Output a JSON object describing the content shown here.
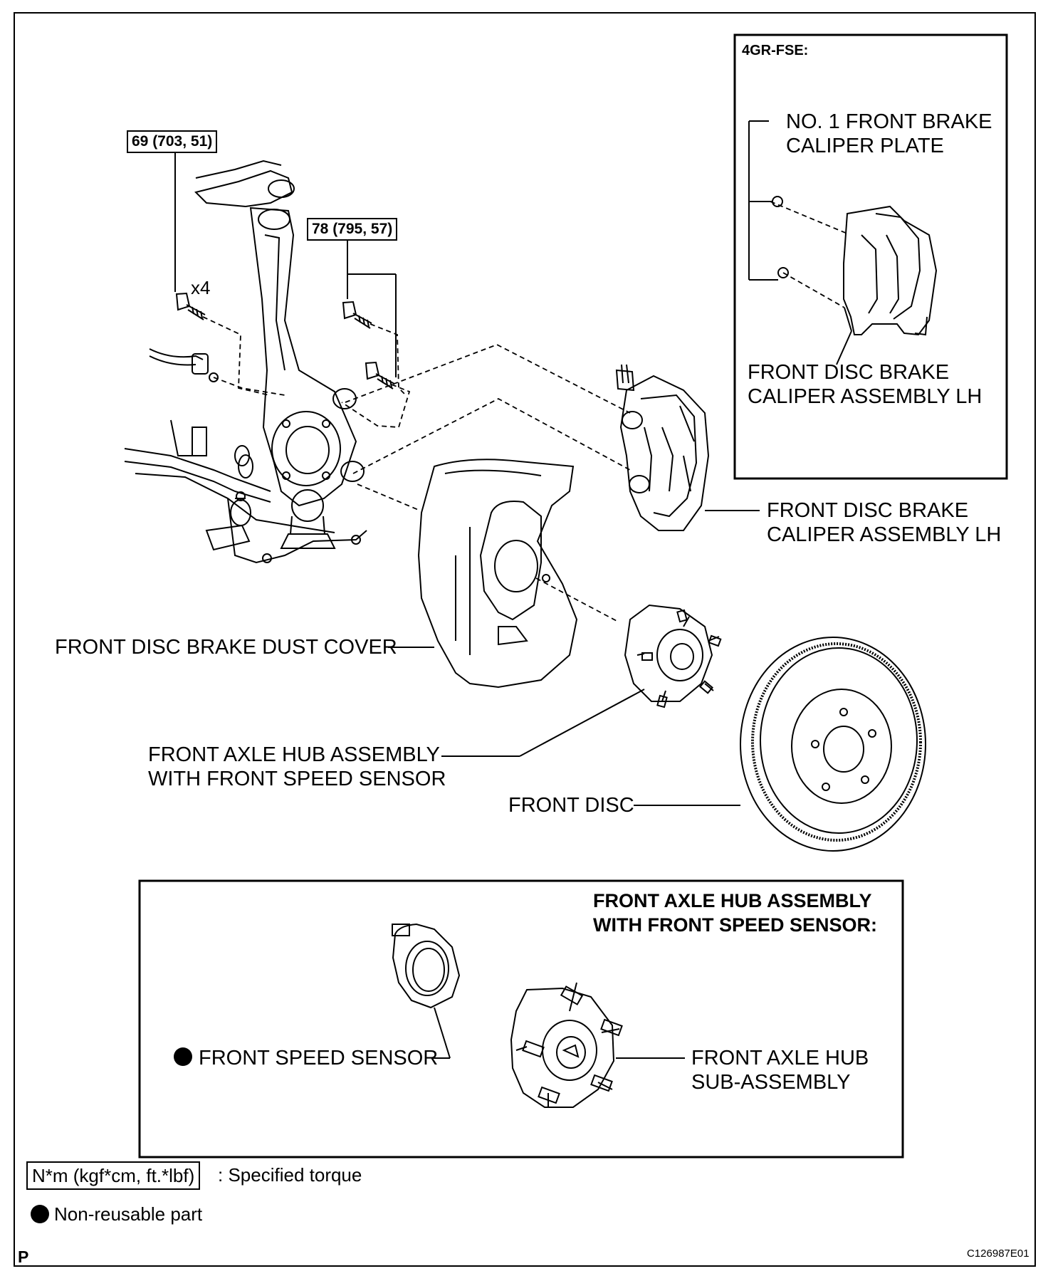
{
  "torque_specs": {
    "upper": "69 (703, 51)",
    "lower": "78 (795, 57)",
    "quantity": "x4"
  },
  "inset_variant": {
    "header": "4GR-FSE:",
    "plate_label": [
      "NO. 1 FRONT BRAKE",
      "CALIPER PLATE"
    ],
    "caliper_label": [
      "FRONT DISC BRAKE",
      "CALIPER ASSEMBLY LH"
    ]
  },
  "parts": {
    "caliper": [
      "FRONT DISC BRAKE",
      "CALIPER ASSEMBLY LH"
    ],
    "dust_cover": "FRONT DISC BRAKE DUST COVER",
    "hub": [
      "FRONT AXLE HUB ASSEMBLY",
      "WITH FRONT SPEED SENSOR"
    ],
    "disc": "FRONT DISC"
  },
  "inset_hub": {
    "header": [
      "FRONT AXLE HUB ASSEMBLY",
      "WITH FRONT SPEED SENSOR:"
    ],
    "sensor": "FRONT SPEED SENSOR",
    "sub_assembly": [
      "FRONT AXLE HUB",
      "SUB-ASSEMBLY"
    ]
  },
  "legend": {
    "torque_box": "N*m (kgf*cm, ft.*lbf)",
    "torque_text": ": Specified torque",
    "nonreusable_text": "Non-reusable part"
  },
  "footer": {
    "left_mark": "P",
    "figure_code": "C126987E01"
  }
}
